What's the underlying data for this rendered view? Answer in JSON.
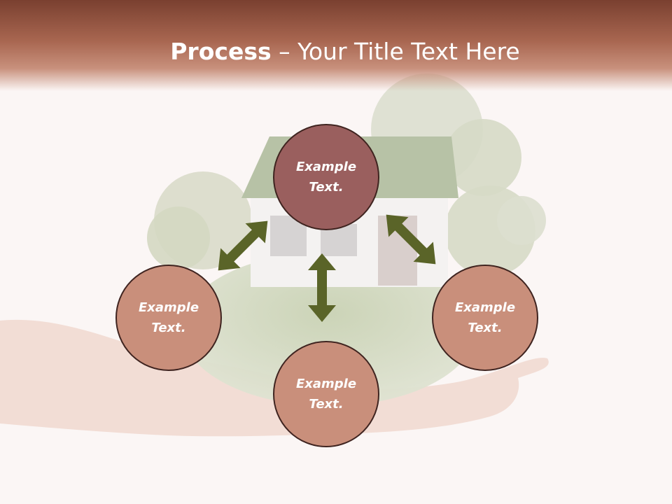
{
  "header": {
    "title_bold": "Process",
    "title_rest": " – Your Title Text Here"
  },
  "diagram": {
    "center_node": {
      "label": "Example\nText."
    },
    "left_node": {
      "label": "Example\nText."
    },
    "bottom_node": {
      "label": "Example\nText."
    },
    "right_node": {
      "label": "Example\nText."
    }
  },
  "colors": {
    "header_top": "#7a4030",
    "center_fill": "#9a5f5e",
    "outer_fill": "#c98f7b",
    "node_border": "#3f2420",
    "arrow": "#5a6428"
  }
}
